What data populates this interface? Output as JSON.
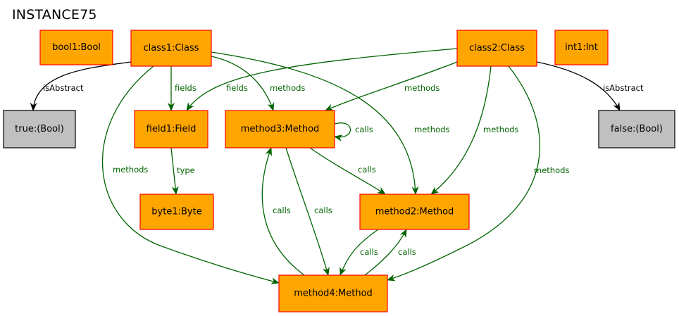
{
  "title": "INSTANCE75",
  "colors": {
    "object_fill": "#ffa500",
    "object_stroke": "#ff0000",
    "primitive_fill": "#c0c0c0",
    "primitive_stroke": "#000000",
    "link_edge": "#006400",
    "attribute_edge": "#000000"
  },
  "nodes": [
    {
      "id": "bool1",
      "label": "bool1:Bool",
      "kind": "object"
    },
    {
      "id": "class1",
      "label": "class1:Class",
      "kind": "object"
    },
    {
      "id": "class2",
      "label": "class2:Class",
      "kind": "object"
    },
    {
      "id": "int1",
      "label": "int1:Int",
      "kind": "object"
    },
    {
      "id": "true",
      "label": "true:(Bool)",
      "kind": "primitive"
    },
    {
      "id": "field1",
      "label": "field1:Field",
      "kind": "object"
    },
    {
      "id": "method3",
      "label": "method3:Method",
      "kind": "object"
    },
    {
      "id": "false",
      "label": "false:(Bool)",
      "kind": "primitive"
    },
    {
      "id": "byte1",
      "label": "byte1:Byte",
      "kind": "object"
    },
    {
      "id": "method2",
      "label": "method2:Method",
      "kind": "object"
    },
    {
      "id": "method4",
      "label": "method4:Method",
      "kind": "object"
    }
  ],
  "edges": [
    {
      "id": "e1",
      "from": "class1",
      "to": "true",
      "label": "isAbstract",
      "kind": "attribute"
    },
    {
      "id": "e2",
      "from": "class1",
      "to": "field1",
      "label": "fields",
      "kind": "link"
    },
    {
      "id": "e3",
      "from": "class1",
      "to": "method3",
      "label": "methods",
      "kind": "link"
    },
    {
      "id": "e4",
      "from": "class1",
      "to": "method2",
      "label": "methods",
      "kind": "link"
    },
    {
      "id": "e5",
      "from": "class1",
      "to": "method4",
      "label": "methods",
      "kind": "link"
    },
    {
      "id": "e6",
      "from": "class2",
      "to": "field1",
      "label": "fields",
      "kind": "link"
    },
    {
      "id": "e7",
      "from": "class2",
      "to": "method3",
      "label": "methods",
      "kind": "link"
    },
    {
      "id": "e8",
      "from": "class2",
      "to": "method2",
      "label": "methods",
      "kind": "link"
    },
    {
      "id": "e9",
      "from": "class2",
      "to": "method4",
      "label": "methods",
      "kind": "link"
    },
    {
      "id": "e10",
      "from": "class2",
      "to": "false",
      "label": "isAbstract",
      "kind": "attribute"
    },
    {
      "id": "e11",
      "from": "field1",
      "to": "byte1",
      "label": "type",
      "kind": "link"
    },
    {
      "id": "e12",
      "from": "method3",
      "to": "method3",
      "label": "calls",
      "kind": "link"
    },
    {
      "id": "e13",
      "from": "method3",
      "to": "method2",
      "label": "calls",
      "kind": "link"
    },
    {
      "id": "e14",
      "from": "method3",
      "to": "method4",
      "label": "calls",
      "kind": "link"
    },
    {
      "id": "e15",
      "from": "method4",
      "to": "method3",
      "label": "calls",
      "kind": "link"
    },
    {
      "id": "e16",
      "from": "method2",
      "to": "method4",
      "label": "calls",
      "kind": "link"
    },
    {
      "id": "e17",
      "from": "method4",
      "to": "method2",
      "label": "calls",
      "kind": "link"
    }
  ]
}
